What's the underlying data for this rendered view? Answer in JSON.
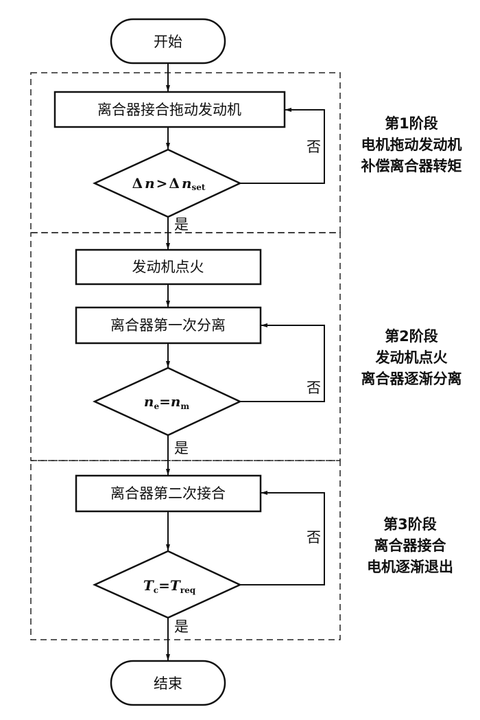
{
  "terminals": {
    "start": "开始",
    "end": "结束"
  },
  "process": {
    "clutch_drag_engine": "离合器接合拖动发动机",
    "engine_ignite": "发动机点火",
    "clutch_first_separate": "离合器第一次分离",
    "clutch_second_engage": "离合器第二次接合"
  },
  "decisions": {
    "d1": {
      "a": "Δ",
      "b": "n",
      "op": ">",
      "c": "Δ",
      "d": "n",
      "sub": "set"
    },
    "d2": {
      "a": "n",
      "a_sub": "e",
      "op": "=",
      "b": "n",
      "b_sub": "m"
    },
    "d3": {
      "a": "T",
      "a_sub": "c",
      "op": "=",
      "b": "T",
      "b_sub": "req"
    }
  },
  "labels": {
    "yes": "是",
    "no": "否"
  },
  "stages": [
    {
      "title": "第1阶段",
      "line1": "电机拖动发动机",
      "line2": "补偿离合器转矩"
    },
    {
      "title": "第2阶段",
      "line1": "发动机点火",
      "line2": "离合器逐渐分离"
    },
    {
      "title": "第3阶段",
      "line1": "离合器接合",
      "line2": "电机逐渐退出"
    }
  ]
}
